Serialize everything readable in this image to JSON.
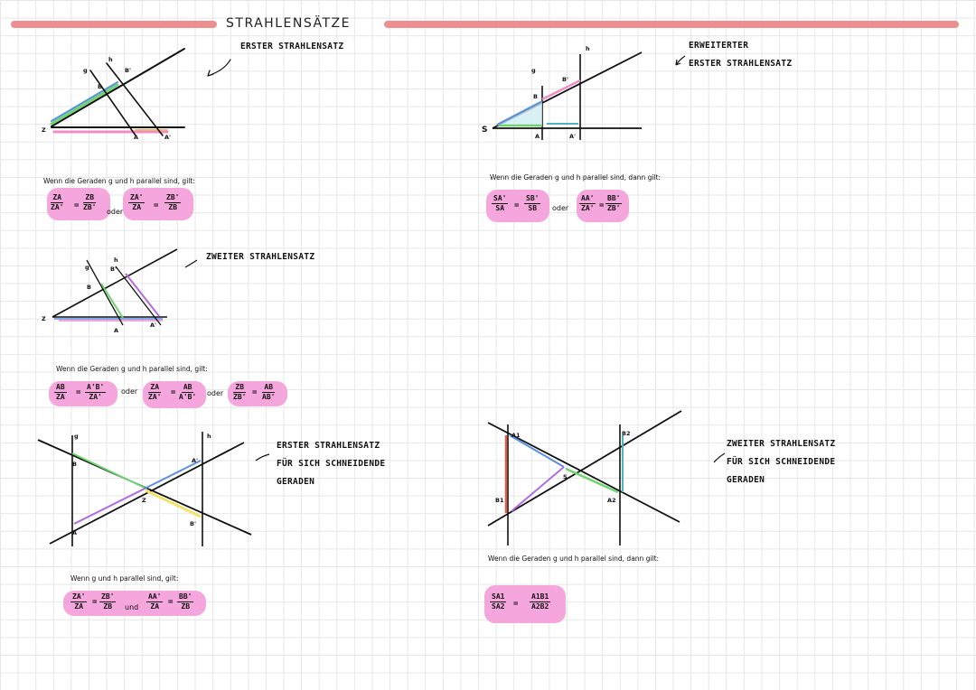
{
  "page_title": "STRAHLENSÄTZE",
  "sections": {
    "s1": {
      "caption": "ERSTER STRAHLENSATZ",
      "condition": "Wenn die Geraden g und h parallel sind, gilt:",
      "or_1": "oder",
      "eq1": {
        "n1": "ZA",
        "d1": "ZA'",
        "n2": "ZB",
        "d2": "ZB'"
      },
      "eq2": {
        "n1": "ZA'",
        "d1": "ZA",
        "n2": "ZB'",
        "d2": "ZB"
      }
    },
    "s2": {
      "caption_line1": "ERWEITERTER",
      "caption_line2": "ERSTER STRAHLENSATZ",
      "condition": "Wenn die Geraden g und h parallel sind, dann gilt:",
      "or_1": "oder",
      "eq1": {
        "n1": "SA'",
        "d1": "SA",
        "n2": "SB'",
        "d2": "SB"
      },
      "eq2": {
        "n1": "AA'",
        "d1": "ZA'",
        "n2": "BB'",
        "d2": "ZB'"
      }
    },
    "s3": {
      "caption": "ZWEITER STRAHLENSATZ",
      "condition": "Wenn die Geraden g und h parallel sind, gilt:",
      "or_1": "oder",
      "or_2": "oder",
      "eq1": {
        "n1": "AB",
        "d1": "ZA",
        "n2": "A'B'",
        "d2": "ZA'"
      },
      "eq2": {
        "n1": "ZA",
        "d1": "ZA'",
        "n2": "AB",
        "d2": "A'B'"
      },
      "eq3": {
        "n1": "ZB",
        "d1": "ZB'",
        "n2": "AB",
        "d2": "AB'"
      }
    },
    "s4": {
      "caption_line1": "ERSTER STRAHLENSATZ",
      "caption_line2": "FÜR SICH SCHNEIDENDE",
      "caption_line3": "GERADEN",
      "condition": "Wenn g und h parallel sind, gilt:",
      "and_word": "und",
      "eq1": {
        "n1": "ZA'",
        "d1": "ZA",
        "n2": "ZB'",
        "d2": "ZB"
      },
      "eq2": {
        "n1": "AA'",
        "d1": "ZA",
        "n2": "BB'",
        "d2": "ZB"
      }
    },
    "s5": {
      "caption_line1": "ZWEITER STRAHLENSATZ",
      "caption_line2": "FÜR SICH SCHNEIDENDE",
      "caption_line3": "GERADEN",
      "condition": "Wenn die Geraden g und h parallel sind, dann gilt:",
      "eq1": {
        "n1": "SA1",
        "d1": "SA2",
        "n2": "A1B1",
        "d2": "A2B2"
      }
    }
  },
  "diagram_labels": {
    "z": "Z",
    "s": "S",
    "g": "g",
    "h": "h",
    "A": "A",
    "A_prime": "A'",
    "B": "B",
    "B_prime": "B'",
    "A1": "A1",
    "A2": "A2",
    "B1": "B1",
    "B2": "B2"
  },
  "colors": {
    "header_bar": "#ee8f8f",
    "highlight": "#f5a6dc",
    "green": "#6fd36f",
    "blue": "#5b8fe0",
    "pink": "#f28cc8",
    "orange": "#f3b36a",
    "yellow": "#f2e36a",
    "red": "#e05a4a",
    "teal": "#4fb3c0",
    "purple": "#b46ae0"
  }
}
